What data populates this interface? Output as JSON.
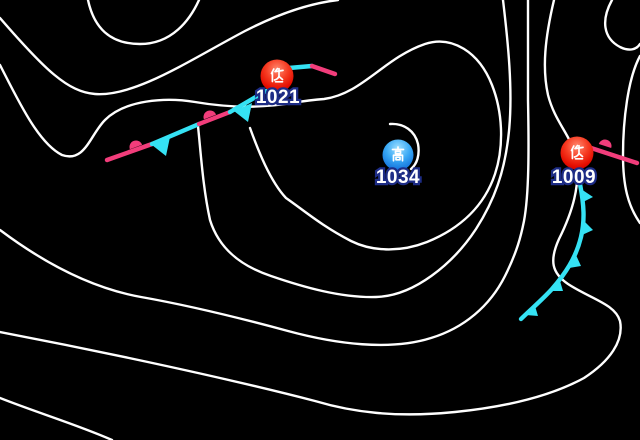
{
  "map": {
    "kind": "surface-pressure-weather-map",
    "pressure_systems": [
      {
        "id": "low-west",
        "type": "low",
        "symbol": "低",
        "value": "1021"
      },
      {
        "id": "high-center",
        "type": "high",
        "symbol": "高",
        "value": "1034"
      },
      {
        "id": "low-east",
        "type": "low",
        "symbol": "低",
        "value": "1009"
      }
    ],
    "fronts": [
      {
        "id": "occluded-west",
        "types": [
          "warm",
          "cold"
        ],
        "style": "alternating pink/cyan through low 1021"
      },
      {
        "id": "warm-east",
        "types": [
          "warm"
        ],
        "style": "pink from low 1009 to east edge"
      },
      {
        "id": "cold-east",
        "types": [
          "cold"
        ],
        "style": "cyan trailing south from low 1009"
      }
    ],
    "colors": {
      "background": "#000000",
      "isobar": "#ffffff",
      "cold_front": "#35e2f4",
      "warm_front": "#f23d7b",
      "low_marker": "#ee2211",
      "high_marker": "#2196f0",
      "label_text": "#ffffff",
      "label_outline": "#1d2c86"
    }
  }
}
